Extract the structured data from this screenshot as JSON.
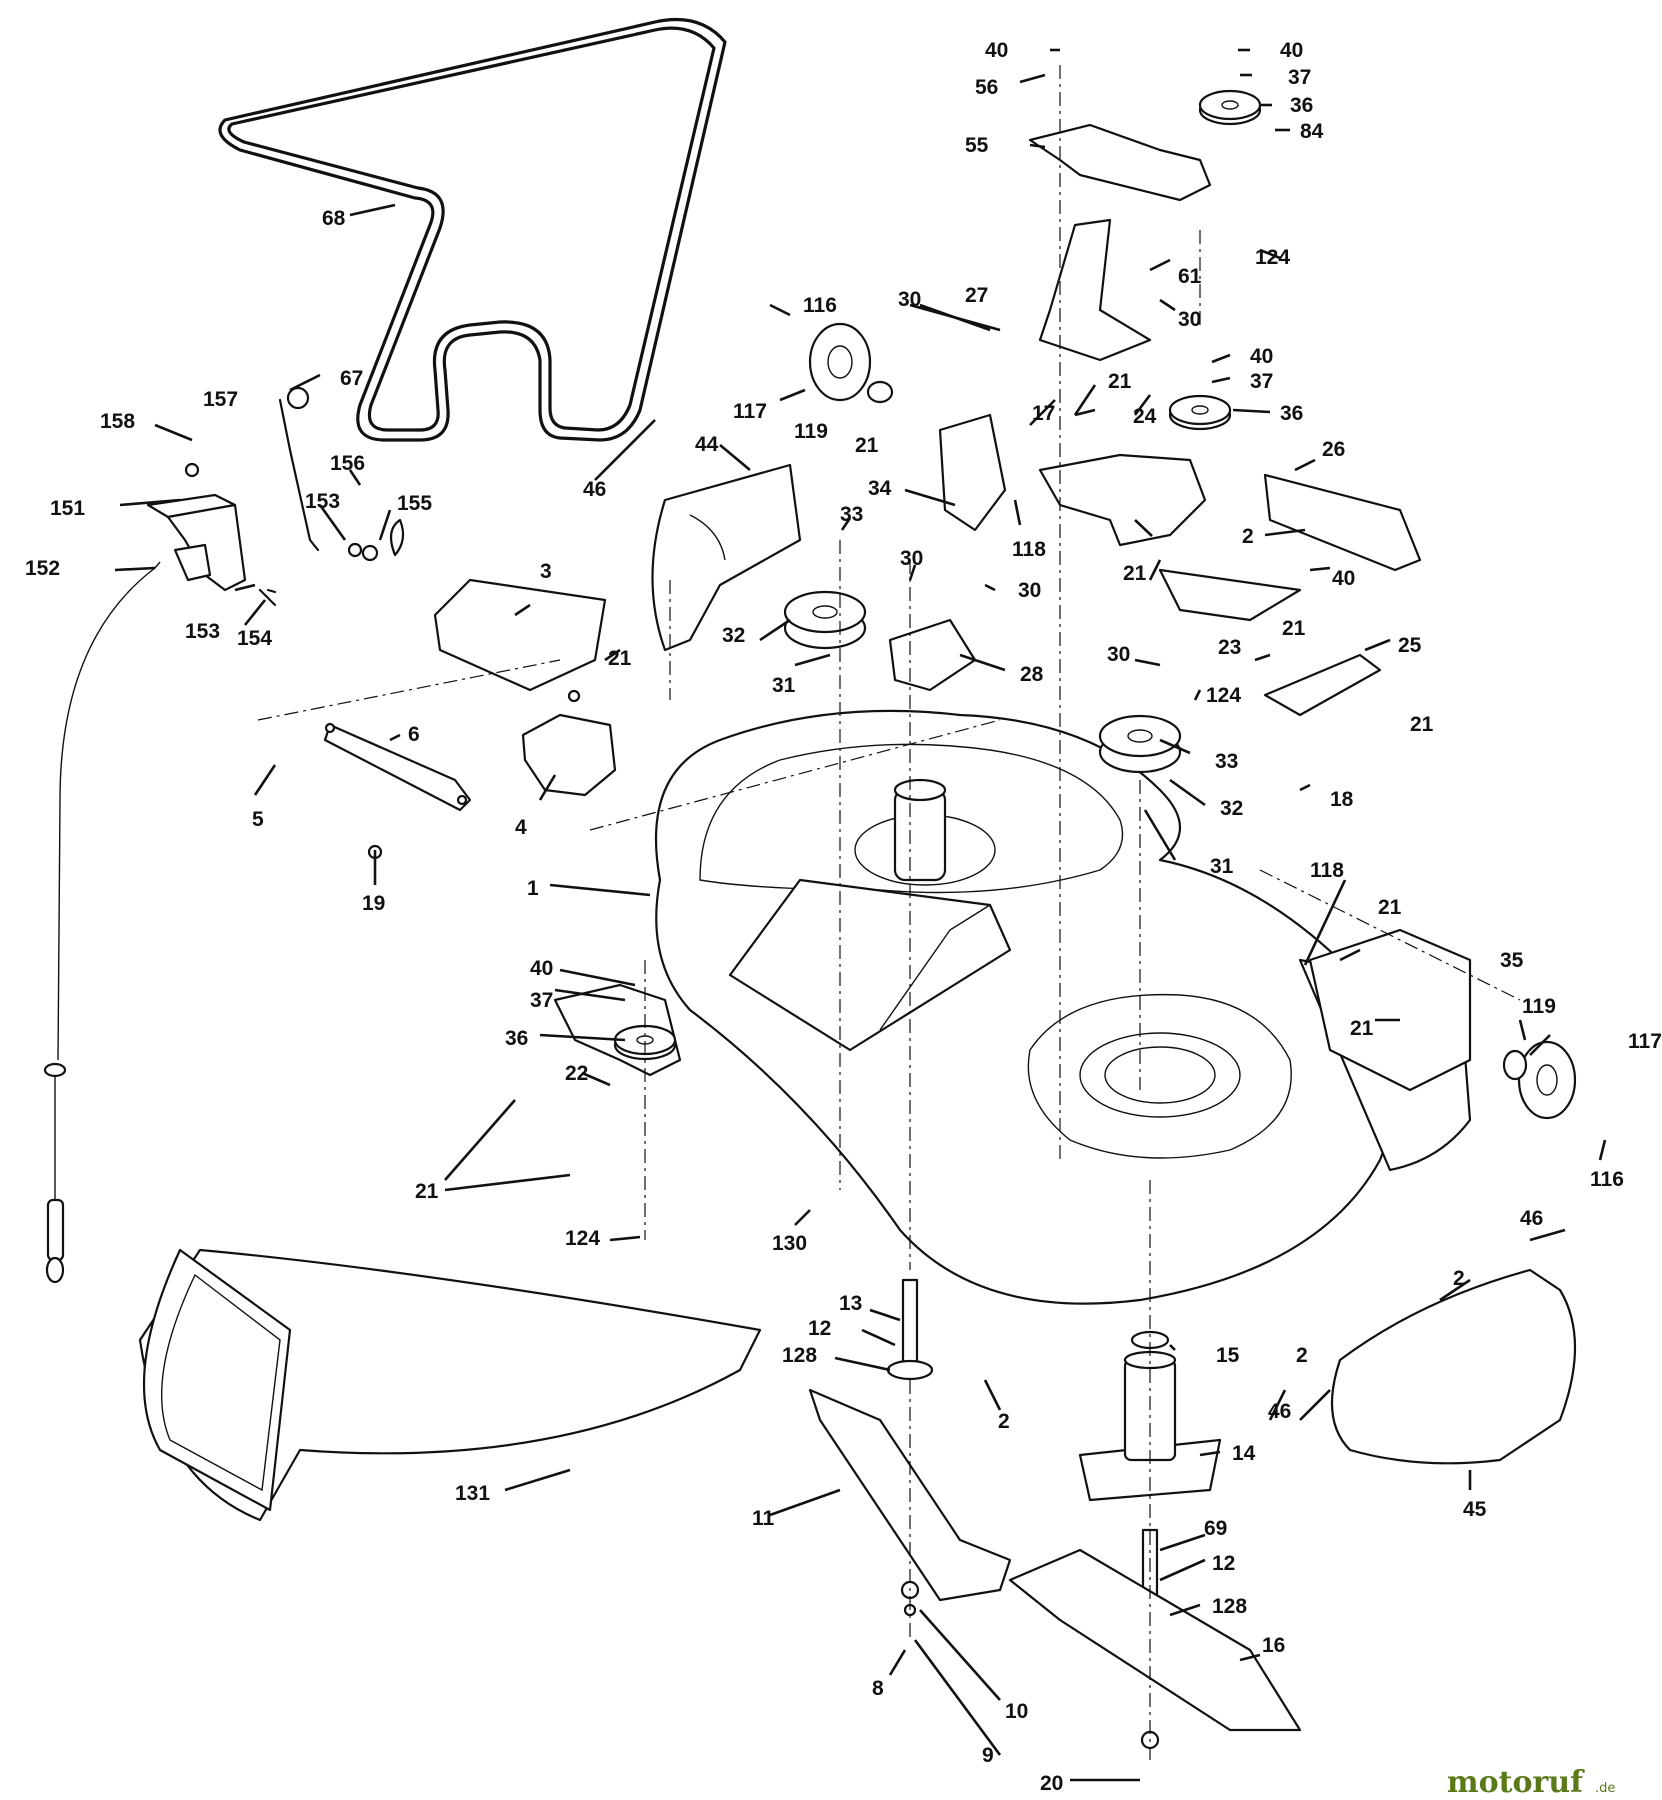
{
  "diagram": {
    "callouts": [
      {
        "id": "c40a",
        "text": "40"
      },
      {
        "id": "c40b",
        "text": "40"
      },
      {
        "id": "c37a",
        "text": "37"
      },
      {
        "id": "c56",
        "text": "56"
      },
      {
        "id": "c36a",
        "text": "36"
      },
      {
        "id": "c84",
        "text": "84"
      },
      {
        "id": "c55",
        "text": "55"
      },
      {
        "id": "c68",
        "text": "68"
      },
      {
        "id": "c61",
        "text": "61"
      },
      {
        "id": "c124a",
        "text": "124"
      },
      {
        "id": "c116a",
        "text": "116"
      },
      {
        "id": "c30a",
        "text": "30"
      },
      {
        "id": "c27",
        "text": "27"
      },
      {
        "id": "c30b",
        "text": "30"
      },
      {
        "id": "c67",
        "text": "67"
      },
      {
        "id": "c157",
        "text": "157"
      },
      {
        "id": "c117a",
        "text": "117"
      },
      {
        "id": "c119a",
        "text": "119"
      },
      {
        "id": "c21a",
        "text": "21"
      },
      {
        "id": "c40c",
        "text": "40"
      },
      {
        "id": "c37b",
        "text": "37"
      },
      {
        "id": "c36b",
        "text": "36"
      },
      {
        "id": "c158",
        "text": "158"
      },
      {
        "id": "c17",
        "text": "17"
      },
      {
        "id": "c24",
        "text": "24"
      },
      {
        "id": "c44",
        "text": "44"
      },
      {
        "id": "c21b",
        "text": "21"
      },
      {
        "id": "c26",
        "text": "26"
      },
      {
        "id": "c156",
        "text": "156"
      },
      {
        "id": "c46a",
        "text": "46"
      },
      {
        "id": "c34",
        "text": "34"
      },
      {
        "id": "c153a",
        "text": "153"
      },
      {
        "id": "c155",
        "text": "155"
      },
      {
        "id": "c151",
        "text": "151"
      },
      {
        "id": "c33a",
        "text": "33"
      },
      {
        "id": "c118a",
        "text": "118"
      },
      {
        "id": "c2a",
        "text": "2"
      },
      {
        "id": "c152",
        "text": "152"
      },
      {
        "id": "c21c",
        "text": "21"
      },
      {
        "id": "c40d",
        "text": "40"
      },
      {
        "id": "c3",
        "text": "3"
      },
      {
        "id": "c30c",
        "text": "30"
      },
      {
        "id": "c30d",
        "text": "30"
      },
      {
        "id": "c153b",
        "text": "153"
      },
      {
        "id": "c154",
        "text": "154"
      },
      {
        "id": "c32a",
        "text": "32"
      },
      {
        "id": "c21d",
        "text": "21"
      },
      {
        "id": "c23",
        "text": "23"
      },
      {
        "id": "c25",
        "text": "25"
      },
      {
        "id": "c21e",
        "text": "21"
      },
      {
        "id": "c30e",
        "text": "30"
      },
      {
        "id": "c28",
        "text": "28"
      },
      {
        "id": "c31a",
        "text": "31"
      },
      {
        "id": "c124b",
        "text": "124"
      },
      {
        "id": "c6",
        "text": "6"
      },
      {
        "id": "c21f",
        "text": "21"
      },
      {
        "id": "c33b",
        "text": "33"
      },
      {
        "id": "c5",
        "text": "5"
      },
      {
        "id": "c4",
        "text": "4"
      },
      {
        "id": "c18",
        "text": "18"
      },
      {
        "id": "c32b",
        "text": "32"
      },
      {
        "id": "c31b",
        "text": "31"
      },
      {
        "id": "c19",
        "text": "19"
      },
      {
        "id": "c1",
        "text": "1"
      },
      {
        "id": "c118b",
        "text": "118"
      },
      {
        "id": "c21g",
        "text": "21"
      },
      {
        "id": "c40e",
        "text": "40"
      },
      {
        "id": "c35",
        "text": "35"
      },
      {
        "id": "c37c",
        "text": "37"
      },
      {
        "id": "c119b",
        "text": "119"
      },
      {
        "id": "c21h",
        "text": "21"
      },
      {
        "id": "c36c",
        "text": "36"
      },
      {
        "id": "c117b",
        "text": "117"
      },
      {
        "id": "c22",
        "text": "22"
      },
      {
        "id": "c116b",
        "text": "116"
      },
      {
        "id": "c21i",
        "text": "21"
      },
      {
        "id": "c124c",
        "text": "124"
      },
      {
        "id": "c130",
        "text": "130"
      },
      {
        "id": "c46b",
        "text": "46"
      },
      {
        "id": "c2b",
        "text": "2"
      },
      {
        "id": "c13",
        "text": "13"
      },
      {
        "id": "c12a",
        "text": "12"
      },
      {
        "id": "c128a",
        "text": "128"
      },
      {
        "id": "c2c",
        "text": "2"
      },
      {
        "id": "c15",
        "text": "15"
      },
      {
        "id": "c2d",
        "text": "2"
      },
      {
        "id": "c46c",
        "text": "46"
      },
      {
        "id": "c14",
        "text": "14"
      },
      {
        "id": "c131",
        "text": "131"
      },
      {
        "id": "c11",
        "text": "11"
      },
      {
        "id": "c45",
        "text": "45"
      },
      {
        "id": "c69",
        "text": "69"
      },
      {
        "id": "c12b",
        "text": "12"
      },
      {
        "id": "c128b",
        "text": "128"
      },
      {
        "id": "c16",
        "text": "16"
      },
      {
        "id": "c8",
        "text": "8"
      },
      {
        "id": "c10",
        "text": "10"
      },
      {
        "id": "c9",
        "text": "9"
      },
      {
        "id": "c20",
        "text": "20"
      }
    ]
  },
  "watermark": {
    "brand": "motoruf",
    "tld": ".de",
    "color": "#5a7a1a"
  }
}
